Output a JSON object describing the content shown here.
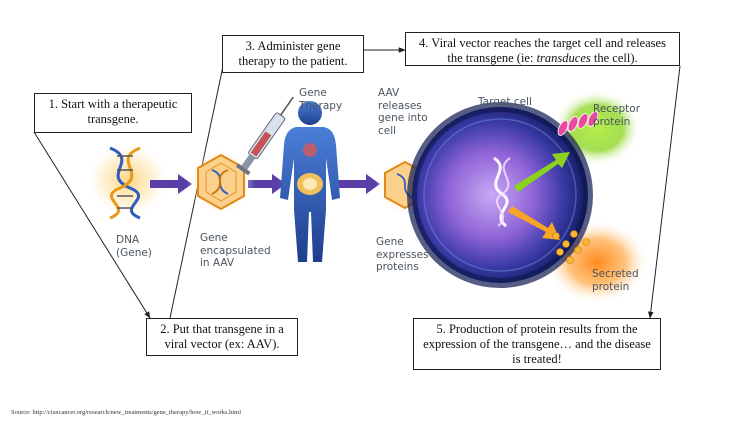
{
  "steps": {
    "s1": "1. Start with a therapeutic transgene.",
    "s2": "2. Put that transgene in a viral vector (ex: AAV).",
    "s3": "3. Administer gene therapy to the patient.",
    "s4_pre": "4. Viral vector reaches the target cell and releases the transgene (ie: ",
    "s4_em": "transduces",
    "s4_post": " the cell).",
    "s5": "5. Production of protein results from the expression of the transgene… and the disease is treated!"
  },
  "figure_labels": {
    "dna": "DNA (Gene)",
    "encapsulated": "Gene encapsulated in AAV",
    "gene_therapy": "Gene Therapy",
    "aav_releases": "AAV releases gene into cell",
    "expresses": "Gene expresses proteins",
    "target_cell": "Target cell",
    "receptor": "Receptor protein",
    "secreted": "Secreted protein"
  },
  "source": "Source: http://cisncancer.org/research/new_treatments/gene_therapy/how_it_works.html",
  "colors": {
    "arrow": "#5a3fa8",
    "body": "#2f5db8",
    "cell_outer": "#1e2c80",
    "cell_inner": "#8f66d9",
    "orange": "#f6a623",
    "green": "#7ec81e"
  }
}
